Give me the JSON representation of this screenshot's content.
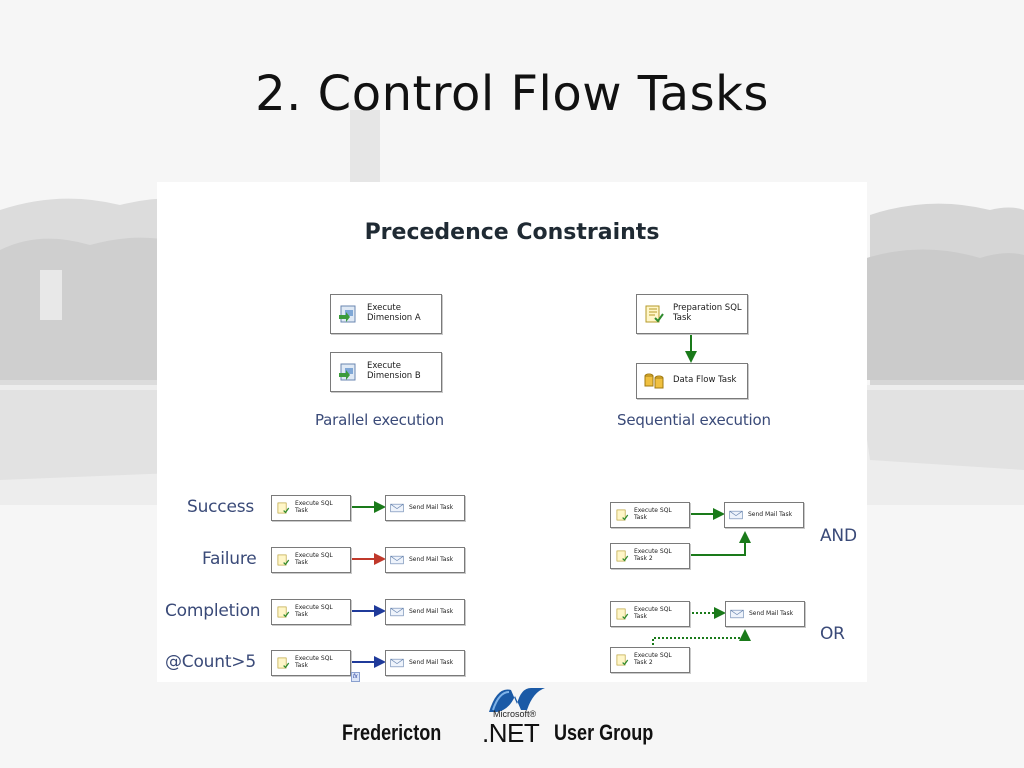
{
  "slide": {
    "title": "2. Control Flow Tasks"
  },
  "diagram": {
    "heading": "Precedence Constraints",
    "parallel": {
      "tasks": [
        "Execute Dimension A",
        "Execute Dimension B"
      ],
      "task_lines": [
        [
          "Execute",
          "Dimension A"
        ],
        [
          "Execute",
          "Dimension B"
        ]
      ],
      "caption": "Parallel execution"
    },
    "sequential": {
      "task1_lines": [
        "Preparation SQL",
        "Task"
      ],
      "task2": "Data Flow Task",
      "caption": "Sequential execution"
    },
    "constraints": [
      {
        "label": "Success",
        "color": "#1a7a1a"
      },
      {
        "label": "Failure",
        "color": "#c0392b"
      },
      {
        "label": "Completion",
        "color": "#1f3a9a"
      },
      {
        "label": "@Count>5",
        "color": "#1f3a9a"
      }
    ],
    "small_task": [
      "Execute SQL",
      "Task"
    ],
    "small_task2": [
      "Execute SQL",
      "Task 2"
    ],
    "send_mail": "Send Mail Task",
    "expression_marker": "fx",
    "and_label": "AND",
    "or_label": "OR"
  },
  "footer": {
    "left": "Fredericton",
    "microsoft": "Microsoft®",
    "net": ".NET",
    "right": "User Group"
  },
  "colors": {
    "success": "#1a7a1a",
    "failure": "#c0392b",
    "completion": "#1f3a9a",
    "handwriting": "#3a4a78"
  }
}
